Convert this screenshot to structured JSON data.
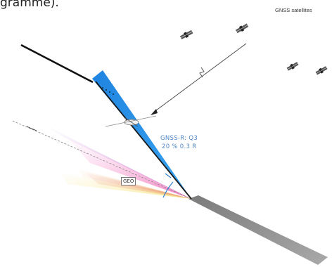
{
  "caption_fragment": "gramme).",
  "gnss_label": "GNSS satellites",
  "annotation_line1": "GNSS-R: Q3",
  "annotation_line2": "20 % 0.3 R",
  "angle_box_label": "GEO",
  "colors": {
    "swath_blue": "#1e8fe6",
    "reflect_gray": "#8a8a8a",
    "label_blue": "#4f86c6",
    "fan_pink": "#f26fb8",
    "fan_violet": "#b48be0",
    "fan_red": "#e36a6a",
    "fan_orange": "#f0a860",
    "fan_yellow": "#f5e070"
  },
  "icons": [
    "satellite-icon",
    "aircraft-icon",
    "lightning-signal-icon"
  ]
}
